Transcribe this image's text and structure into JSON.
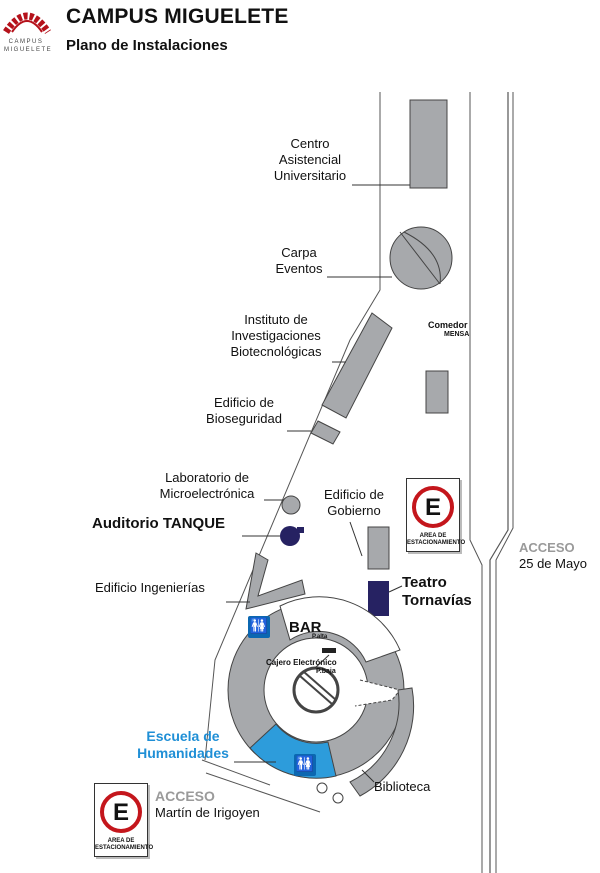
{
  "header": {
    "title": "CAMPUS MIGUELETE",
    "subtitle": "Plano de Instalaciones",
    "logo_text_line1": "CAMPUS",
    "logo_text_line2": "MIGUELETE"
  },
  "colors": {
    "building": "#a7a9ac",
    "accent_navy": "#262262",
    "accent_blue": "#1f8fd6",
    "humanidades_fill": "#2d9cdb",
    "road_line": "#555555"
  },
  "buildings": {
    "centro_asistencial": "Centro\nAsistencial\nUniversitario",
    "carpa_eventos": "Carpa\nEventos",
    "instituto": "Instituto de\nInvestigaciones\nBiotecnológicas",
    "comedor": "Comedor",
    "mensa": "MENSA",
    "bioseguridad": "Edificio de\nBioseguridad",
    "microelectronica": "Laboratorio de\nMicroelectrónica",
    "gobierno": "Edificio de\nGobierno",
    "auditorio": "Auditorio TANQUE",
    "ingenierias": "Edificio Ingenierías",
    "teatro": "Teatro\nTornavías",
    "bar": "BAR",
    "bar_floor": "P.alta",
    "cajero": "Cajero Electrónico",
    "cajero_floor": "P.baja",
    "humanidades": "Escuela de\nHumanidades",
    "biblioteca": "Biblioteca"
  },
  "access": {
    "east_title": "ACCESO",
    "east_street": "25 de Mayo",
    "south_title": "ACCESO",
    "south_street": "Martín de Irigoyen"
  },
  "parking": {
    "letter": "E",
    "caption_line1": "AREA DE",
    "caption_line2": "ESTACIONAMIENTO"
  },
  "icons": {
    "restroom": "restroom-icon",
    "parking": "parking-icon",
    "logo": "campus-logo-icon"
  }
}
